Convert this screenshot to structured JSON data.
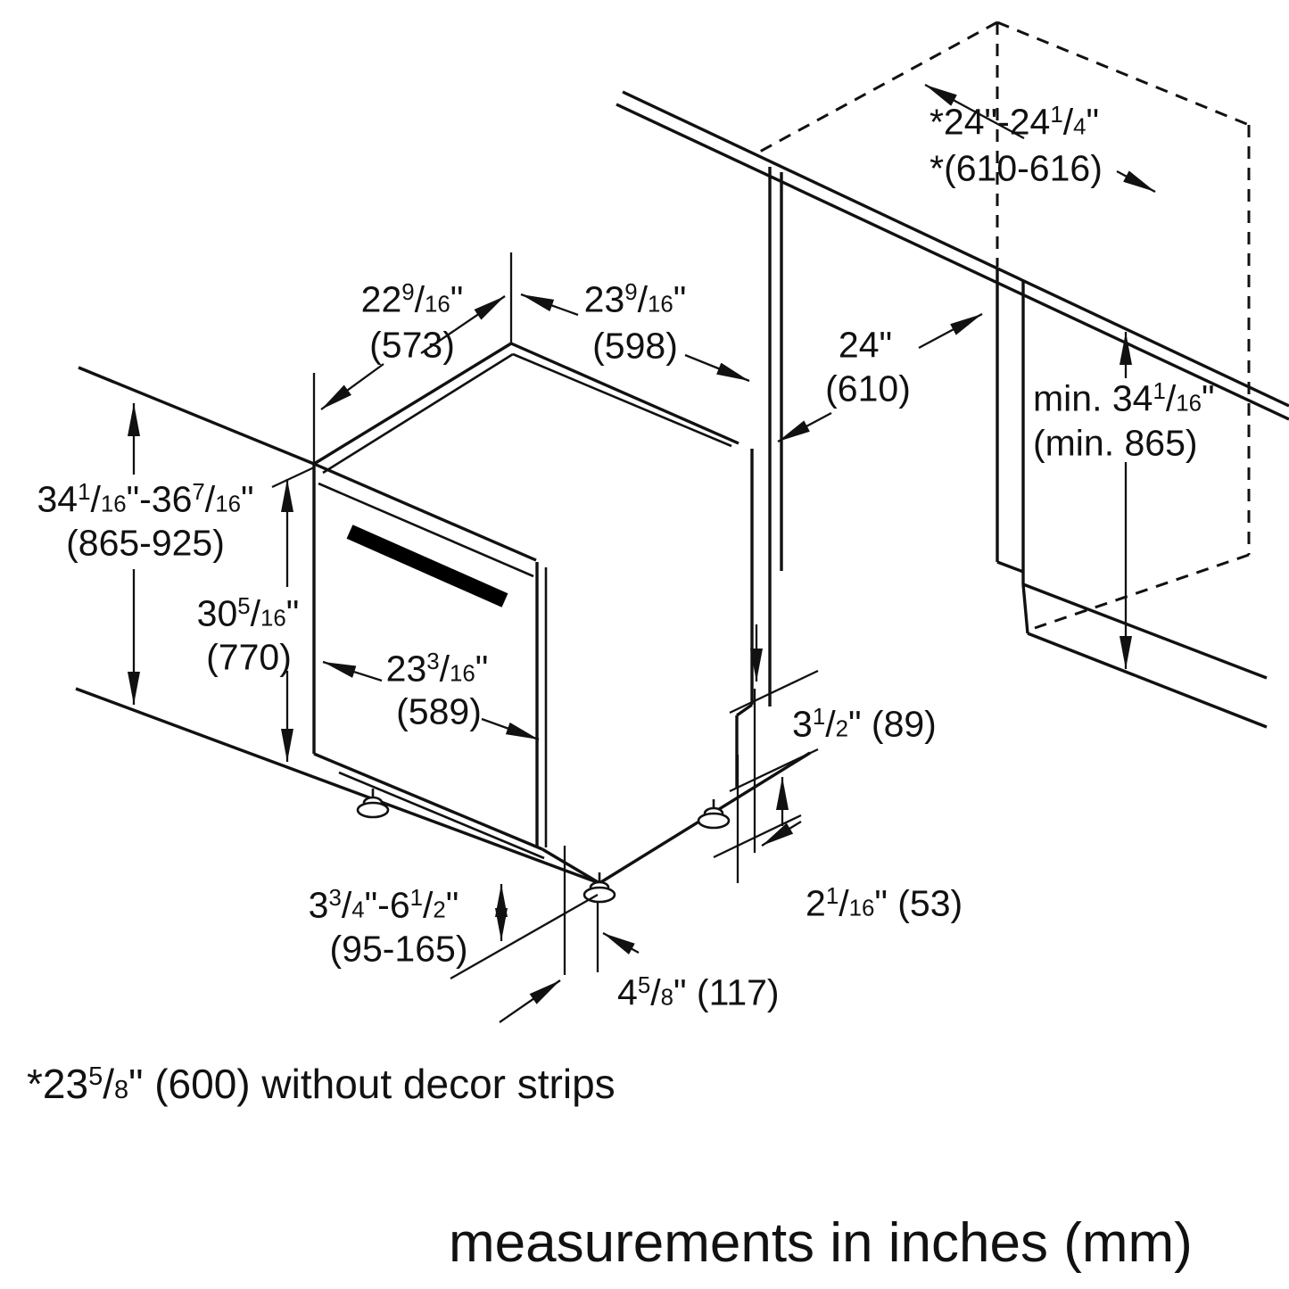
{
  "figure": {
    "caption": "measurements in inches (mm)",
    "footnote": "*23{5/8}\" (600) without decor strips",
    "dimensions": {
      "niche_width": {
        "line1": "*24\"-24{1/4}\"",
        "line2": "*(610-616)"
      },
      "top_depth": {
        "line1": "22{9/16}\"",
        "line2": "(573)"
      },
      "top_width": {
        "line1": "23{9/16}\"",
        "line2": "(598)"
      },
      "counter_depth": {
        "line1": "24\"",
        "line2": "(610)"
      },
      "niche_height": {
        "line1": "min. 34{1/16}\"",
        "line2": "(min. 865)"
      },
      "counter_height": {
        "line1": "34{1/16}\"-36{7/16}\"",
        "line2": "(865-925)"
      },
      "body_height": {
        "line1": "30{5/16}\"",
        "line2": "(770)"
      },
      "door_width": {
        "line1": "23{3/16}\"",
        "line2": "(589)"
      },
      "rear_recess_height": {
        "line1": "3{1/2}\" (89)"
      },
      "rear_gap": {
        "line1": "2{1/16}\" (53)"
      },
      "leveling_range": {
        "line1": "3{3/4}\"-6{1/2}\"",
        "line2": "(95-165)"
      },
      "foot_inset": {
        "line1": "4{5/8}\" (117)"
      }
    }
  }
}
